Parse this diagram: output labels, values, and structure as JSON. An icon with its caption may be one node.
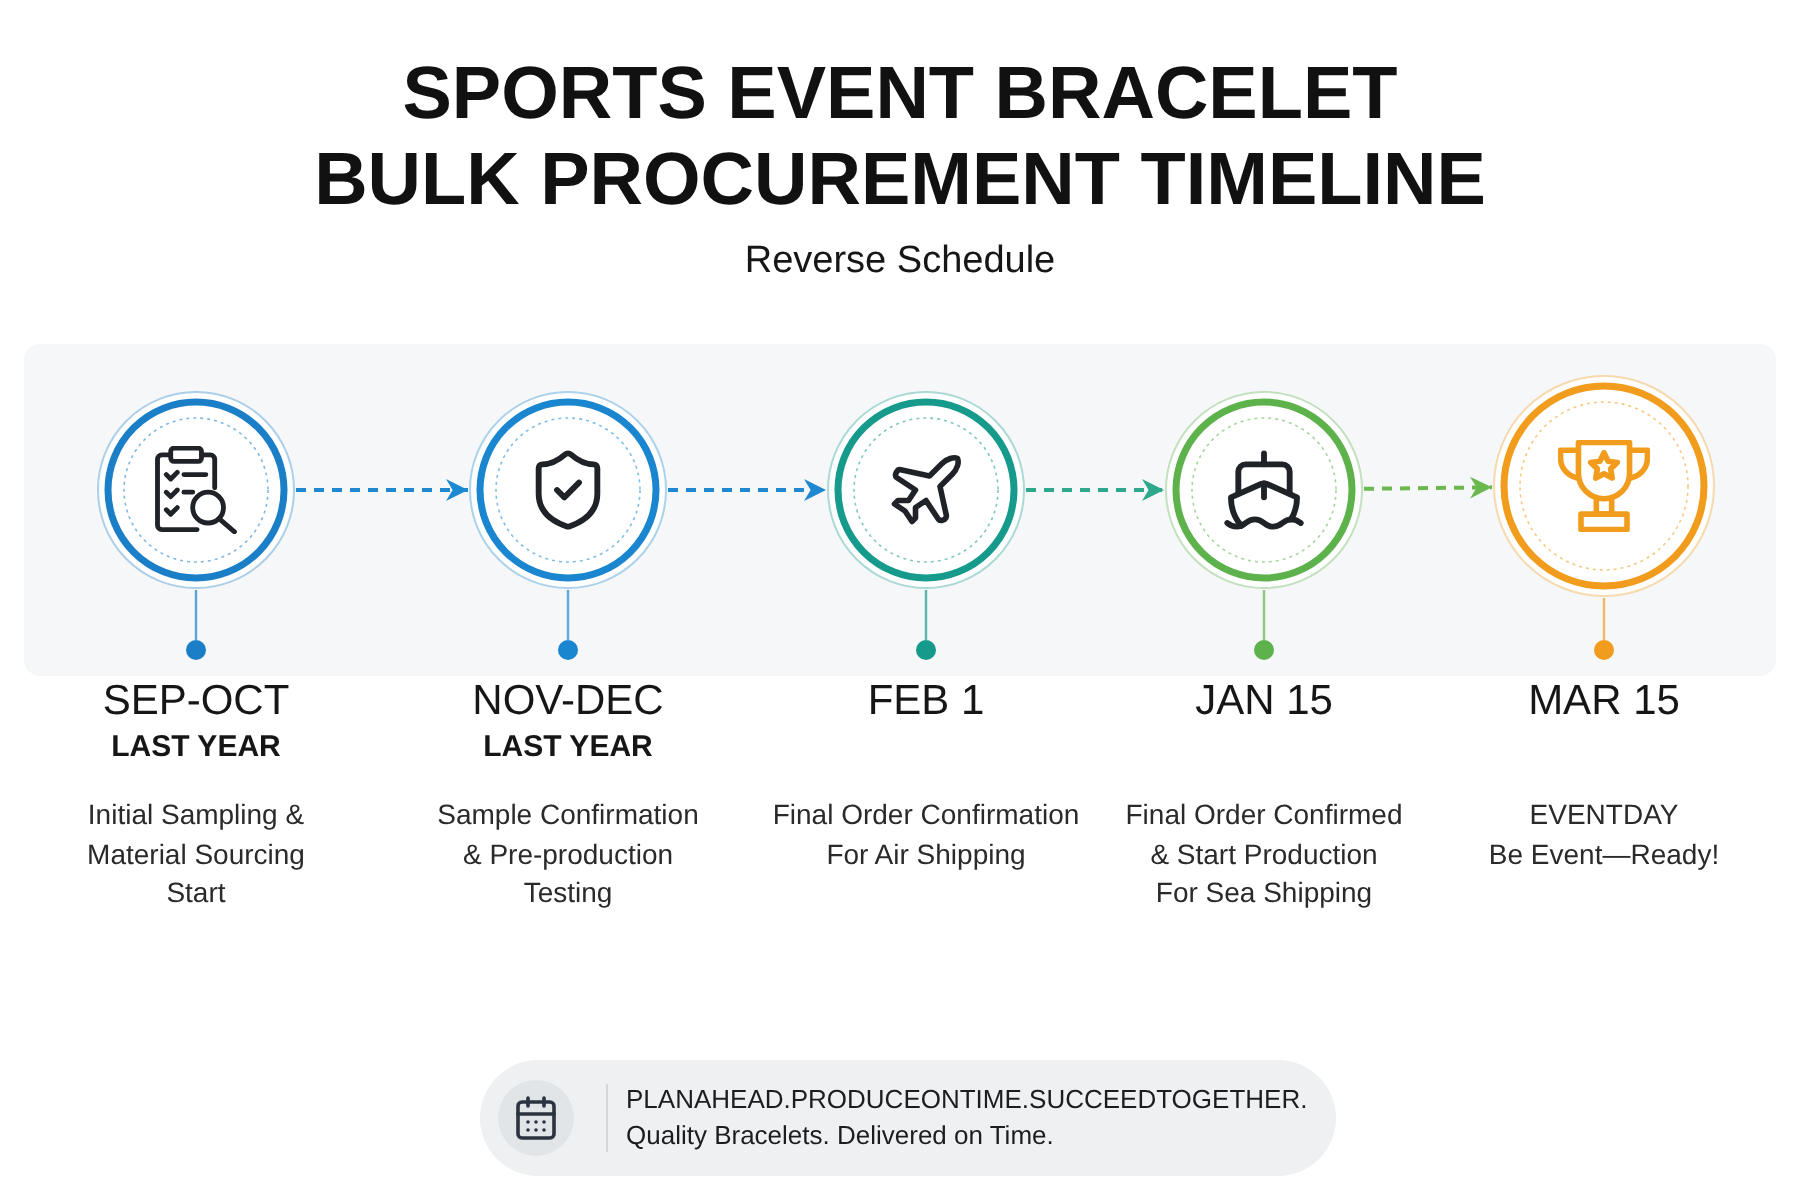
{
  "diagram": {
    "title": "SPORTS EVENT BRACELET BULK PROCUREMENT TIMELINE",
    "nodes": [
      {
        "text": [],
        "shape": "circle",
        "beside": [
          "SEP-OCT",
          "LAST YEAR",
          "Initial Sampling & Material Sourcing Start"
        ]
      },
      {
        "text": [],
        "shape": "circle",
        "beside": [
          "NOV-DEC",
          "LAST YEAR",
          "Sample Confirmation & Pre-production Testing"
        ]
      },
      {
        "text": [],
        "shape": "circle",
        "beside": [
          "FEB 1",
          "Final Order Confirmation For Air Shipping"
        ]
      },
      {
        "text": [],
        "shape": "circle",
        "beside": [
          "JAN 15",
          "Final Order Confirmed & Start Production For Sea Shipping"
        ]
      },
      {
        "text": [],
        "shape": "circle",
        "beside": [
          "MAR 15",
          "EVENTDAY",
          "Be Event—Ready!"
        ]
      },
      {
        "text": [
          "PLANAHEAD.PRODUCEONTIME.SUCCEEDTOGETHER.",
          "Quality Bracelets. Delivered on Time."
        ]
      }
    ],
    "edges": [
      {
        "from": 0,
        "to": 1,
        "arrow": "to",
        "style": "dashed",
        "color": "#1e88d0"
      },
      {
        "from": 1,
        "to": 2,
        "arrow": "to",
        "style": "dashed",
        "color": "#1e88d0"
      },
      {
        "from": 2,
        "to": 3,
        "arrow": "to",
        "style": "dashed",
        "color": "#2ea88a"
      },
      {
        "from": 3,
        "to": 4,
        "arrow": "to",
        "style": "dashed",
        "color": "#6ab84e"
      }
    ],
    "labels": [
      "Reverse Schedule"
    ]
  }
}
